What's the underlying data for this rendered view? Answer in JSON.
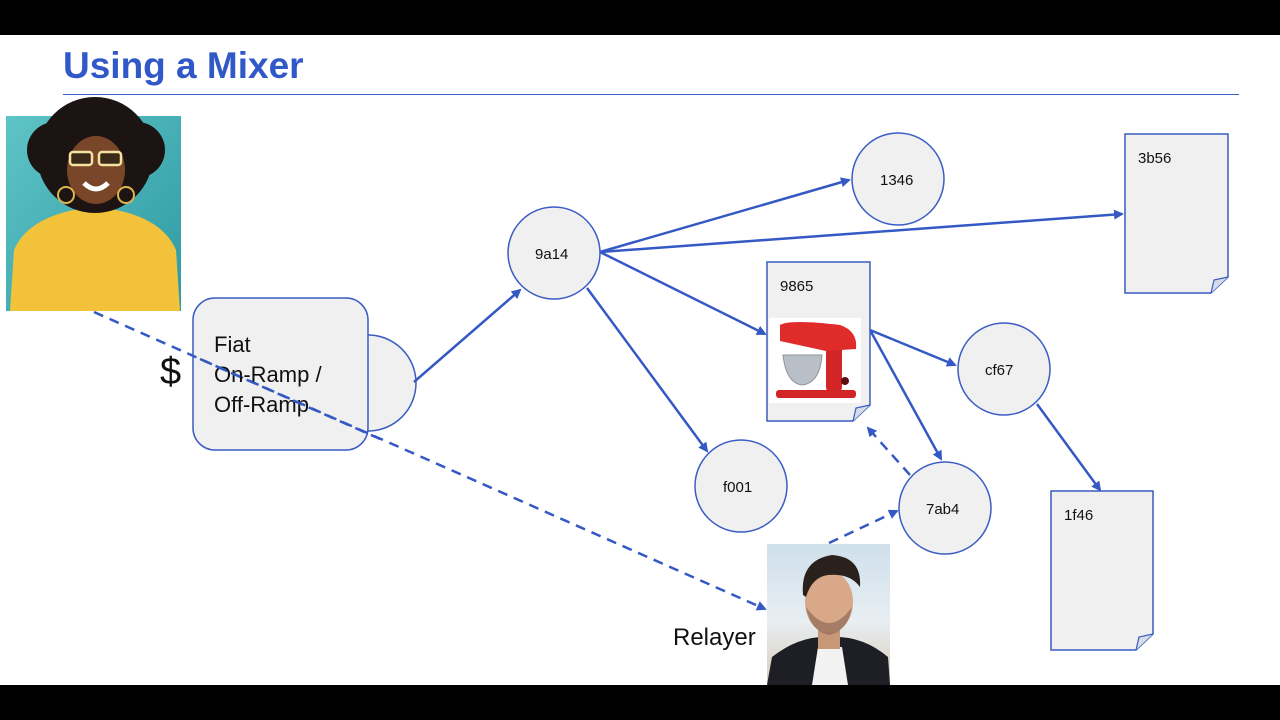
{
  "slide": {
    "title": "Using a Mixer"
  },
  "colors": {
    "accent": "#3158c8",
    "node_fill": "#f0f0f0",
    "node_stroke": "#3a5cc4",
    "arrow": "#3559c4"
  },
  "people": {
    "user": {
      "icon": "woman-with-sunglasses-photo"
    },
    "relayer": {
      "label": "Relayer",
      "icon": "man-portrait-photo"
    }
  },
  "ramp": {
    "label": "Fiat\nOn-Ramp /\nOff-Ramp",
    "currency_symbol": "$"
  },
  "nodes": {
    "n9a14": "9a14",
    "n1346": "1346",
    "n3b56": "3b56",
    "n9865": "9865",
    "nf001": "f001",
    "ncf67": "cf67",
    "n7ab4": "7ab4",
    "n1f46": "1f46"
  },
  "product": {
    "icon": "red-stand-mixer-image"
  }
}
